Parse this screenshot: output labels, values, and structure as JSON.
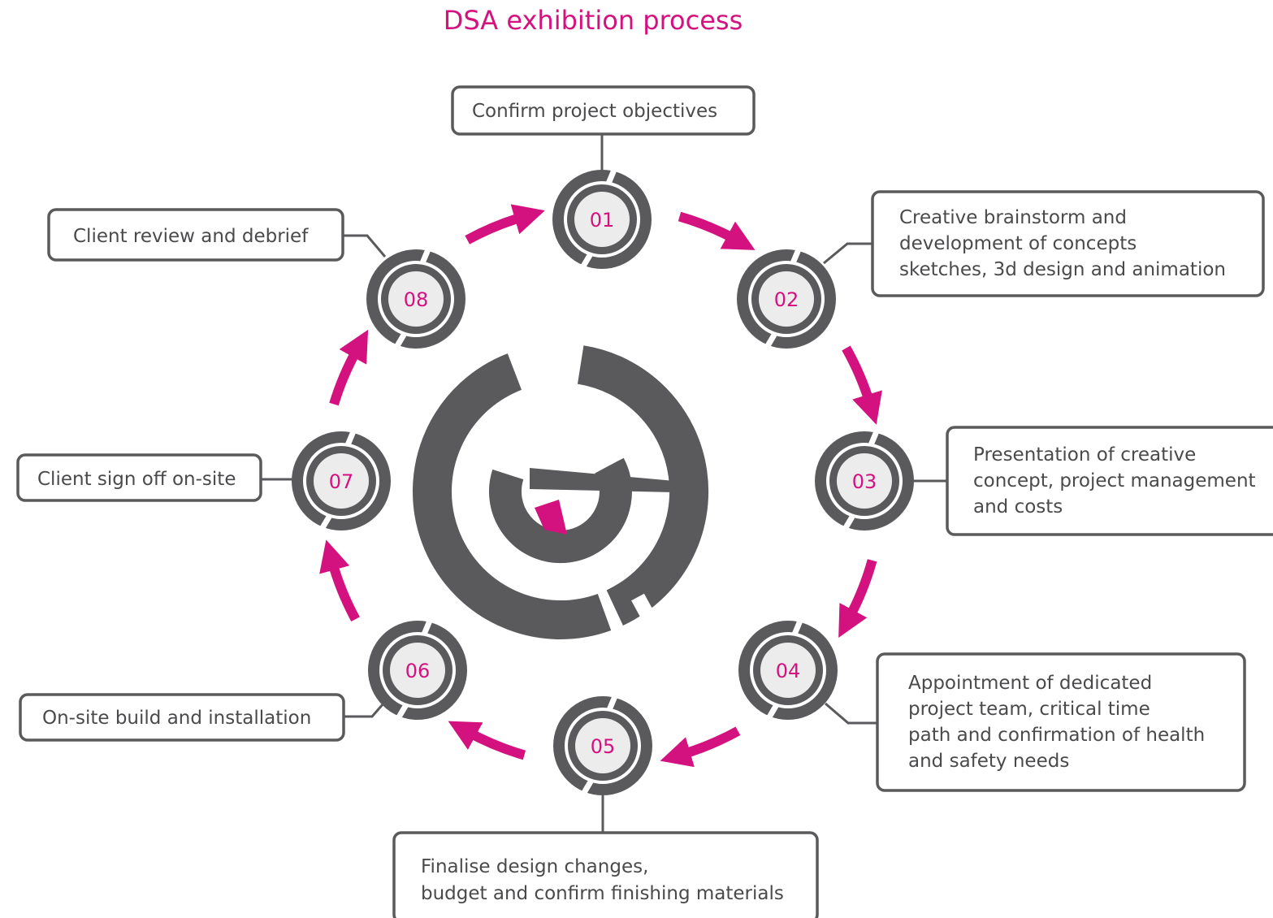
{
  "title": "DSA exhibition process",
  "colors": {
    "accent": "#d4127f",
    "ring": "#5a5a5c",
    "box_border": "#5a5a5c",
    "text": "#4a4a4c",
    "badge_fill": "#ececed"
  },
  "steps": [
    {
      "number": "01",
      "lines": [
        "Confirm project objectives"
      ]
    },
    {
      "number": "02",
      "lines": [
        "Creative brainstorm and",
        "development of concepts",
        "sketches, 3d design and animation"
      ]
    },
    {
      "number": "03",
      "lines": [
        "Presentation of creative",
        "concept, project management",
        "and costs"
      ]
    },
    {
      "number": "04",
      "lines": [
        "Appointment of dedicated",
        "project team, critical time",
        "path and confirmation of health",
        "and safety needs"
      ]
    },
    {
      "number": "05",
      "lines": [
        "Finalise design changes,",
        "budget and confirm finishing materials"
      ]
    },
    {
      "number": "06",
      "lines": [
        "On-site build and installation"
      ]
    },
    {
      "number": "07",
      "lines": [
        "Client sign off on-site"
      ]
    },
    {
      "number": "08",
      "lines": [
        "Client review and debrief"
      ]
    }
  ],
  "center_logo": "dsa-logo-icon",
  "arrow_icon": "curved-arrow-icon"
}
